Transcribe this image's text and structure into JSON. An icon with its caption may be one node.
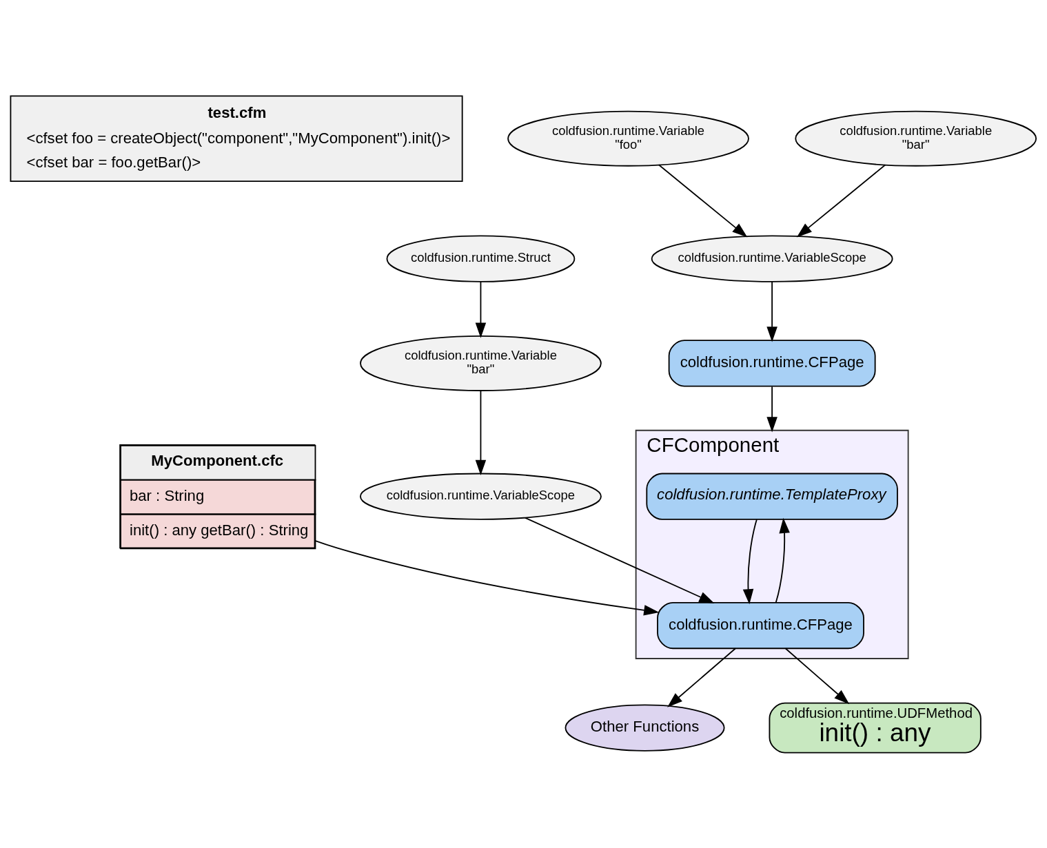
{
  "diagram": {
    "nodes": [
      {
        "text": [
          "test.cfm",
          "<cfset foo = createObject(\"component\",\"MyComponent\").init()>",
          "<cfset bar = foo.getBar()>"
        ]
      },
      {
        "text": [
          "coldfusion.runtime.CFPage"
        ]
      },
      {
        "text": [
          "coldfusion.runtime.Variable",
          "\"foo\""
        ]
      },
      {
        "text": [
          "coldfusion.runtime.Variable",
          "\"bar\""
        ]
      },
      {
        "text": [
          "coldfusion.runtime.VariableScope"
        ]
      },
      {
        "text": [
          "CFComponent"
        ]
      },
      {
        "text": [
          "coldfusion.runtime.TemplateProxy"
        ],
        "in": 5
      },
      {
        "text": [
          "coldfusion.runtime.CFPage"
        ],
        "in": 5
      },
      {
        "text": [
          "MyComponent.cfc",
          "bar : String",
          "init() : any getBar() : String"
        ]
      },
      {
        "text": [
          "coldfusion.runtime.VariableScope"
        ]
      },
      {
        "text": [
          "coldfusion.runtime.Variable",
          "\"bar\""
        ]
      },
      {
        "text": [
          "coldfusion.runtime.Struct"
        ]
      },
      {
        "text": [
          "Other Functions"
        ]
      },
      {
        "text": [
          "coldfusion.runtime.UDFMethod",
          "init() : any"
        ]
      }
    ],
    "edges": [
      {
        "from": 4,
        "to": 1,
        "arrow": "to"
      },
      {
        "from": 2,
        "to": 4,
        "arrow": "to"
      },
      {
        "from": 3,
        "to": 4,
        "arrow": "to"
      },
      {
        "from": 1,
        "to": 5,
        "arrow": "to"
      },
      {
        "from": 8,
        "to": 7,
        "arrow": "to"
      },
      {
        "from": 6,
        "to": 7,
        "arrow": "to"
      },
      {
        "from": 7,
        "to": 6,
        "arrow": "to"
      },
      {
        "from": 9,
        "to": 7,
        "arrow": "to"
      },
      {
        "from": 10,
        "to": 9,
        "arrow": "to"
      },
      {
        "from": 11,
        "to": 10,
        "arrow": "to"
      },
      {
        "from": 7,
        "to": 12,
        "arrow": "to"
      },
      {
        "from": 7,
        "to": 13,
        "arrow": "to"
      }
    ]
  }
}
